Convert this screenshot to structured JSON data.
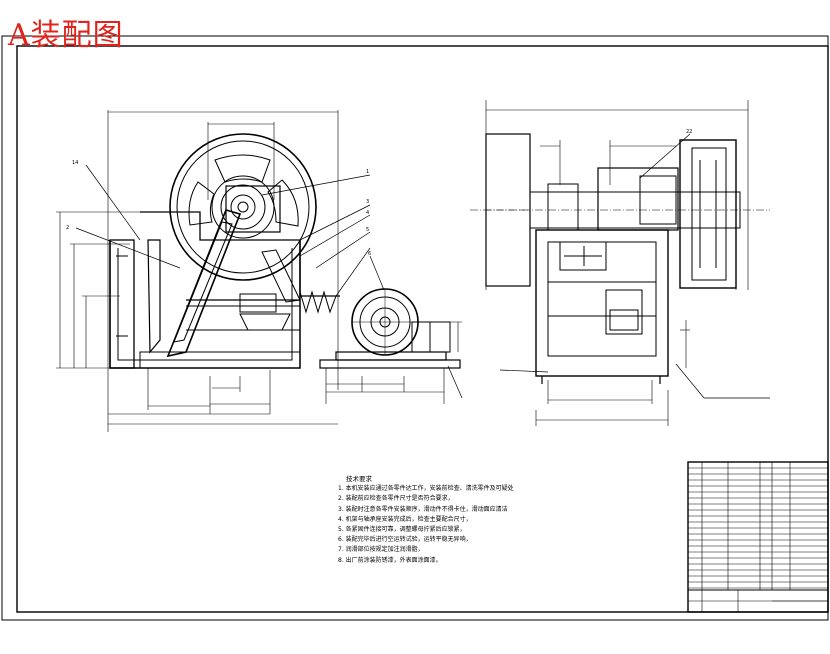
{
  "title_tag": {
    "text": "A装配图",
    "color": "#e0241b"
  },
  "drawing": {
    "line_color": "#000000",
    "background": "#ffffff"
  },
  "tech_notes": {
    "heading": "技术要求",
    "items": [
      "1. 本机安装应通过各零件达工作，安装前检查、清洗零件及可疑处",
      "2. 装配前应检查各零件尺寸是否符合要求，",
      "3. 装配时注意各零件安装顺序，滑动件不得卡住，滑动面应清洁",
      "4. 机架与轴承座安装完成后，检查主要配合尺寸，",
      "5. 各紧固件连接可靠，调整螺母拧紧后应锁紧，",
      "6. 装配完毕后进行空运转试验，运转平稳无异响，",
      "7. 润滑部位按规定加注润滑脂，",
      "8. 出厂前涂装防锈漆，外表面涂面漆。"
    ]
  }
}
